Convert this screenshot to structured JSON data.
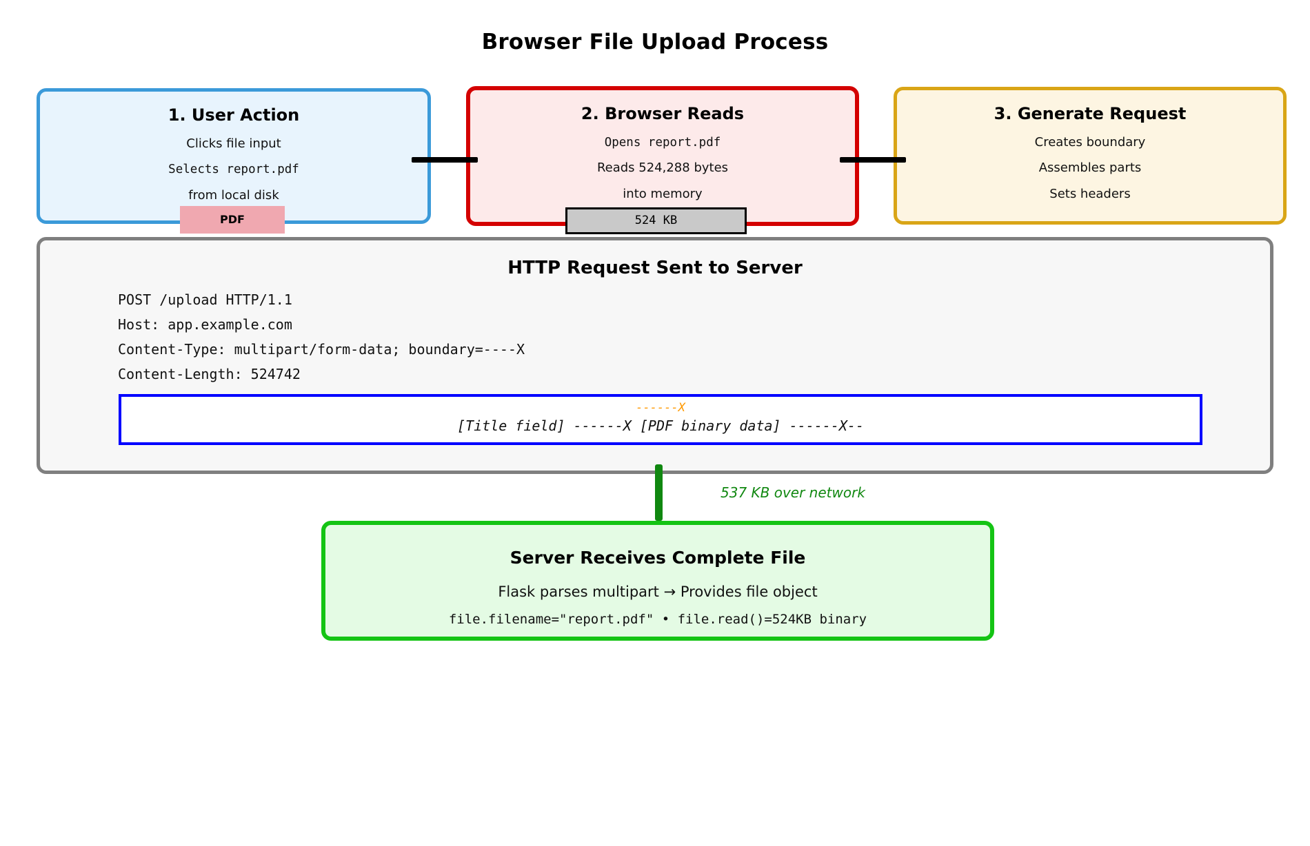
{
  "title": "Browser File Upload Process",
  "stages": [
    {
      "id": "user-action",
      "title": "1. User Action",
      "lines": [
        "Clicks file input",
        "Selects report.pdf",
        "from local disk"
      ],
      "badge": "PDF",
      "border_color": "#3b9ad9",
      "fill_color": "#e8f4fd",
      "badge_color": "#f0a8b0"
    },
    {
      "id": "browser-reads",
      "title": "2. Browser Reads",
      "lines": [
        "Opens report.pdf",
        "Reads 524,288 bytes",
        "into memory"
      ],
      "badge": "524 KB",
      "border_color": "#d40000",
      "fill_color": "#fdeaea",
      "badge_color": "#c9c9c9"
    },
    {
      "id": "generate-request",
      "title": "3. Generate Request",
      "lines": [
        "Creates boundary",
        "Assembles parts",
        "Sets headers"
      ],
      "badge": null,
      "border_color": "#d9a516",
      "fill_color": "#fdf5e2",
      "badge_color": null
    }
  ],
  "http_request": {
    "panel_title": "HTTP Request Sent to Server",
    "lines": [
      "POST /upload HTTP/1.1",
      "Host: app.example.com",
      "Content-Type: multipart/form-data; boundary=----X",
      "Content-Length: 524742"
    ],
    "body": {
      "boundary_marker": "------X",
      "boundary_color": "#ff9900",
      "content": "[Title field] ------X [PDF binary data] ------X--",
      "border_color": "#0000ff"
    },
    "border_color": "#7f7f7f",
    "fill_color": "#f7f7f7"
  },
  "network": {
    "label": "537 KB over network",
    "color": "#118811"
  },
  "server": {
    "title": "Server Receives Complete File",
    "subtitle": "Flask parses multipart → Provides file object",
    "detail": "file.filename=\"report.pdf\" • file.read()=524KB binary",
    "border_color": "#14c414",
    "fill_color": "#e4fbe4"
  }
}
